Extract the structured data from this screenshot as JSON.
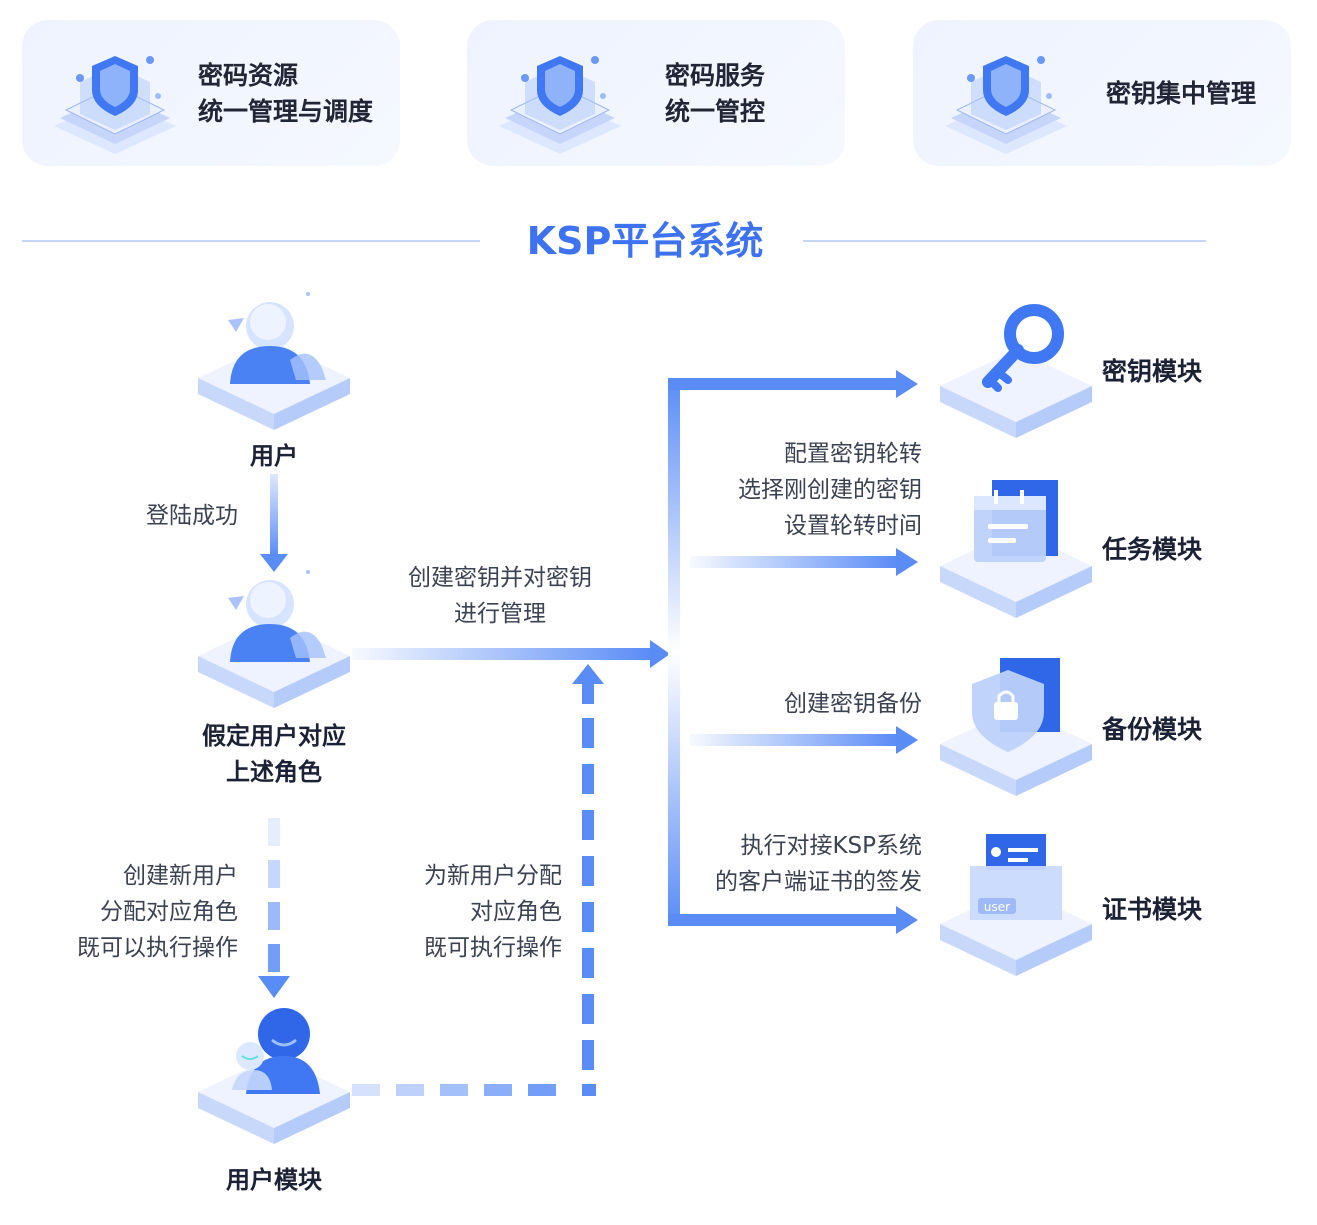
{
  "top_cards": [
    {
      "lines": [
        "密码资源",
        "统一管理与调度"
      ]
    },
    {
      "lines": [
        "密码服务",
        "统一管控"
      ]
    },
    {
      "lines": [
        "密钥集中管理"
      ]
    }
  ],
  "main_title": "KSP平台系统",
  "nodes": {
    "user": "用户",
    "assumed_role": [
      "假定用户对应",
      "上述角色"
    ],
    "user_module": "用户模块"
  },
  "edge_labels": {
    "login": "登陆成功",
    "create_user": [
      "创建新用户",
      "分配对应角色",
      "既可以执行操作"
    ],
    "assign_role": [
      "为新用户分配",
      "对应角色",
      "既可执行操作"
    ],
    "create_key": [
      "创建密钥并对密钥",
      "进行管理"
    ],
    "rotate": [
      "配置密钥轮转",
      "选择刚创建的密钥",
      "设置轮转时间"
    ],
    "backup": "创建密钥备份",
    "cert": [
      "执行对接KSP系统",
      "的客户端证书的签发"
    ]
  },
  "modules": {
    "key": "密钥模块",
    "task": "任务模块",
    "backup": "备份模块",
    "cert": "证书模块"
  },
  "cert_tag": "user",
  "colors": {
    "accent": "#3d72f2",
    "arrow": "#5a8cf6",
    "card_bg": "#eef3ff",
    "line": "#c5d6f7"
  }
}
